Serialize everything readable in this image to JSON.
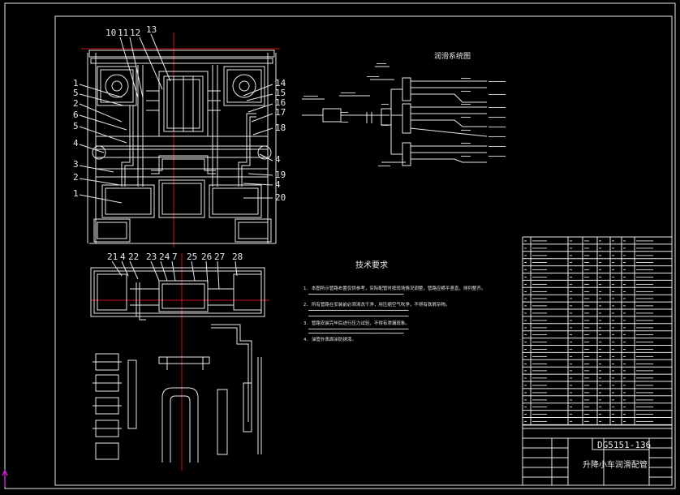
{
  "colors": {
    "background": "#000000",
    "lines": "#e8e8e8",
    "yellow": "#e0e000",
    "red": "#d01010",
    "ucs": "#d020d0"
  },
  "drawing": {
    "drawing_number": "DG5151-136",
    "drawing_title": "升降小车润滑配管",
    "tech_requirements_title": "技术要求",
    "schematic_title": "润滑系统图",
    "top_callouts": [
      "10",
      "11",
      "12",
      "13"
    ],
    "left_callouts": [
      "1",
      "5",
      "2",
      "6",
      "5",
      "4",
      "3",
      "2",
      "1"
    ],
    "right_callouts": [
      "14",
      "15",
      "16",
      "17",
      "18",
      "4",
      "19",
      "4",
      "20"
    ],
    "bottom_callouts": [
      "21",
      "4",
      "22",
      "23",
      "24",
      "7",
      "25",
      "26",
      "27",
      "28"
    ],
    "tech_notes": [
      "1. 本图所示管路布置仅供参考，实际配管时按现场情况调整，管路应横平竖直，排列整齐。",
      "2. 所有管路在安装前必须清洗干净，用压缩空气吹净，不得有铁屑杂物。",
      "3. 管路安装完毕后进行压力试验，不得有渗漏现象。",
      "4. 油管外表面涂防锈漆。"
    ]
  }
}
